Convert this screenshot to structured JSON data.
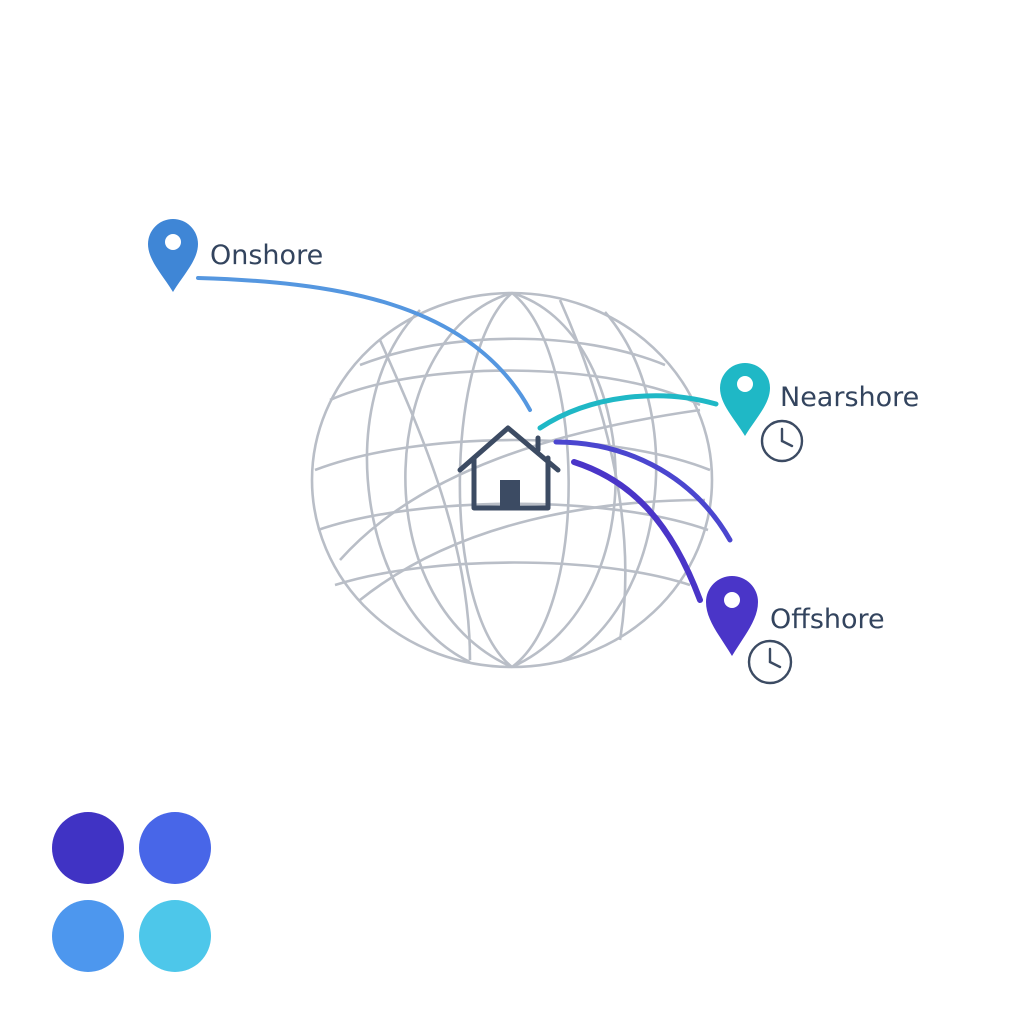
{
  "colors": {
    "globe": "#b9bec7",
    "onshore": "#3f86d6",
    "nearshore": "#1fb8c6",
    "offshore": "#4a35c8",
    "offshore_secondary": "#4b46cf",
    "home": "#3c4b63",
    "clock": "#3c4b63",
    "label_text": "#33445e"
  },
  "labels": {
    "onshore": "Onshore",
    "nearshore": "Nearshore",
    "offshore": "Offshore"
  },
  "palette": [
    {
      "name": "indigo",
      "color": "#4033c4"
    },
    {
      "name": "blue",
      "color": "#4866e8"
    },
    {
      "name": "sky-blue",
      "color": "#4d97ee"
    },
    {
      "name": "cyan",
      "color": "#4dc7ea"
    }
  ]
}
